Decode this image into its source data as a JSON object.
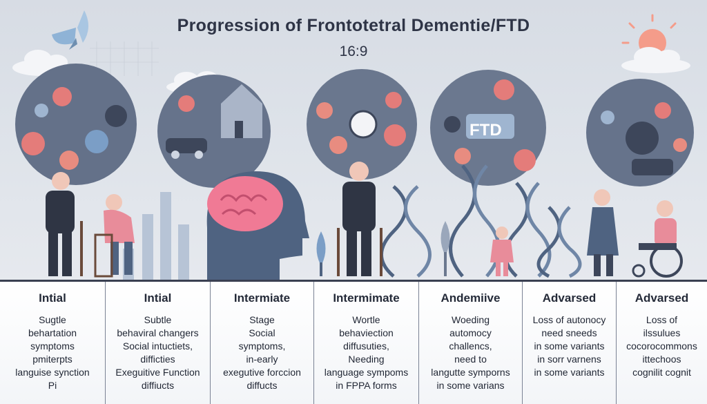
{
  "title": "Progression of Frontotetral Dementie/FTD",
  "subtitle": "16:9",
  "circle_label": "FTD",
  "stages": [
    {
      "heading": "Intial",
      "lines": [
        "Sugtle",
        "behartation",
        "symptoms",
        "pmiterpts",
        "languise synction",
        "Pi"
      ]
    },
    {
      "heading": "Intial",
      "lines": [
        "Subtle",
        "behaviral changers",
        "Social intuctiets,",
        "difficties",
        "Exeguitive Function",
        "diffiucts"
      ]
    },
    {
      "heading": "Intermiate",
      "lines": [
        "Stage",
        "Social",
        "symptoms,",
        "in-early",
        "exegutive forccion",
        "diffucts"
      ]
    },
    {
      "heading": "Intermimate",
      "lines": [
        "Wortle",
        "behaviection",
        "diffusuties,",
        "Needing",
        "language sympoms",
        "in FPPA forms"
      ]
    },
    {
      "heading": "Andemiive",
      "lines": [
        "Woeding",
        "automocy",
        "challencs,",
        "need to",
        "langutte symporns",
        "in some varians"
      ]
    },
    {
      "heading": "Advarsed",
      "lines": [
        "Loss of autonocy",
        "need sneeds",
        "in some variants",
        "in sorr varnens",
        "in some variants"
      ]
    },
    {
      "heading": "Advarsed",
      "lines": [
        "Loss of",
        "ilssulues",
        "cocorocommons",
        "ittechoos",
        "cognilit cognit"
      ]
    }
  ]
}
